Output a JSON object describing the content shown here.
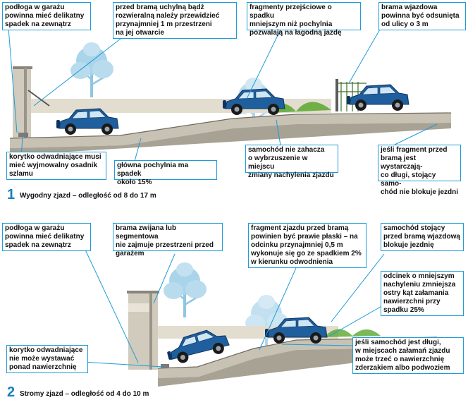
{
  "section1": {
    "number": "1",
    "caption": "Wygodny zjazd – odległość od 8 do 17 m",
    "labels": {
      "floor": "podłoga w garażu\npowinna mieć delikatny\nspadek na zewnątrz",
      "gate_space": "przed bramą uchylną bądź\nrozwieralną należy przewidzieć\nprzynajmniej 1 m przestrzeni\nna jej otwarcie",
      "transition": "fragmenty przejściowe o spadku\nmniejszym niż pochylnia\npozwalają na łagodną jazdę",
      "gate_distance": "brama wjazdowa\npowinna być odsunięta\nod ulicy o 3 m",
      "drain": "korytko odwadniające musi\nmieć wyjmowalny osadnik\nszlamu",
      "main_slope": "główna pochylnia ma spadek\nokoło 15%",
      "no_scrape": "samochód nie zahacza\no wybrzuszenie w miejscu\nzmiany nachylenia zjazdu",
      "long_fragment": "jeśli fragment przed\nbramą jest wystarczają-\ncо długi, stojący samo-\nchód nie blokuje jezdni"
    }
  },
  "section2": {
    "number": "2",
    "caption": "Stromy zjazd – odległość od 4 do 10 m",
    "labels": {
      "floor": "podłoga w garażu\npowinna mieć delikatny\nspadek na zewnątrz",
      "roll_gate": "brama zwijana lub segmentowa\nnie zajmuje przestrzeni przed\ngarażem",
      "flat_fragment": "fragment zjazdu przed bramą\npowinien być prawie płaski – na\nodcinku przynajmniej 0,5 m\nwykonuje się go ze spadkiem 2%\nw kierunku odwodnienia",
      "blocks_road": "samochód stojący\nprzed bramą wjazdową\nblokuje jezdnię",
      "lower_slope": "odcinek o mniejszym\nnachyleniu zmniejsza\nostry kąt załamania\nnawierzchni przy\nspadku 25%",
      "drain": "korytko odwadniające\nnie może wystawać\nponad nawierzchnię",
      "long_car": "jeśli samochód jest długi,\nw miejscach załamań zjazdu\nmoże trzeć o nawierzchnię\nzderzakiem albo podwoziem"
    }
  },
  "colors": {
    "accent": "#1a7fc1",
    "box_border": "#1e9cd7",
    "car": "#1f5f9e",
    "ground": "#c8c2b4",
    "wall": "#dcd6c8",
    "tree": "#8fc7e2",
    "grass": "#5aa82e"
  }
}
